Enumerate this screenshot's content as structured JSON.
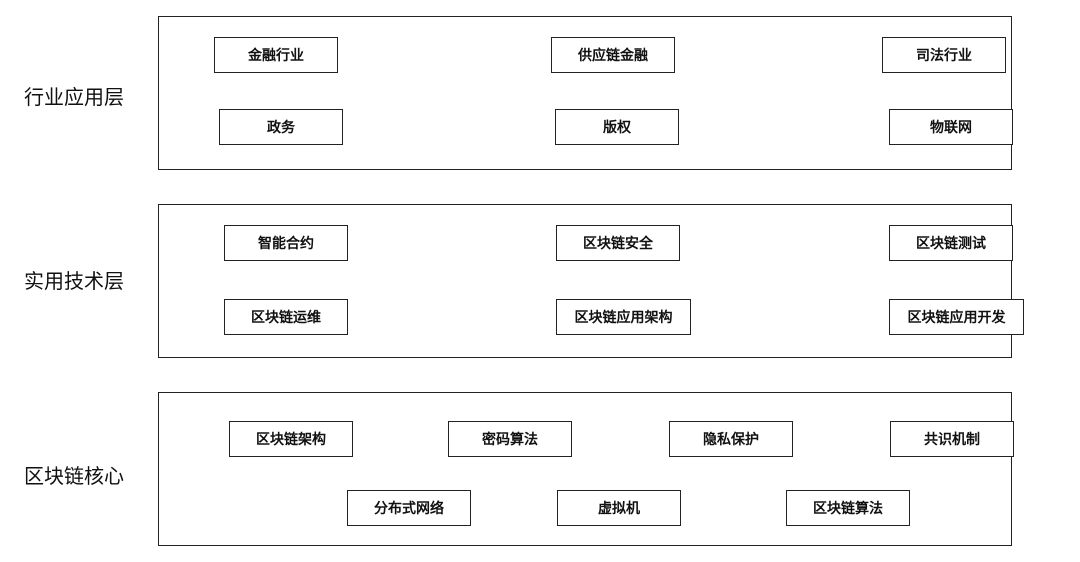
{
  "layers": [
    {
      "label": "行业应用层",
      "items": [
        "金融行业",
        "供应链金融",
        "司法行业",
        "政务",
        "版权",
        "物联网"
      ]
    },
    {
      "label": "实用技术层",
      "items": [
        "智能合约",
        "区块链安全",
        "区块链测试",
        "区块链运维",
        "区块链应用架构",
        "区块链应用开发"
      ]
    },
    {
      "label": "区块链核心",
      "items": [
        "区块链架构",
        "密码算法",
        "隐私保护",
        "共识机制",
        "分布式网络",
        "虚拟机",
        "区块链算法"
      ]
    }
  ]
}
